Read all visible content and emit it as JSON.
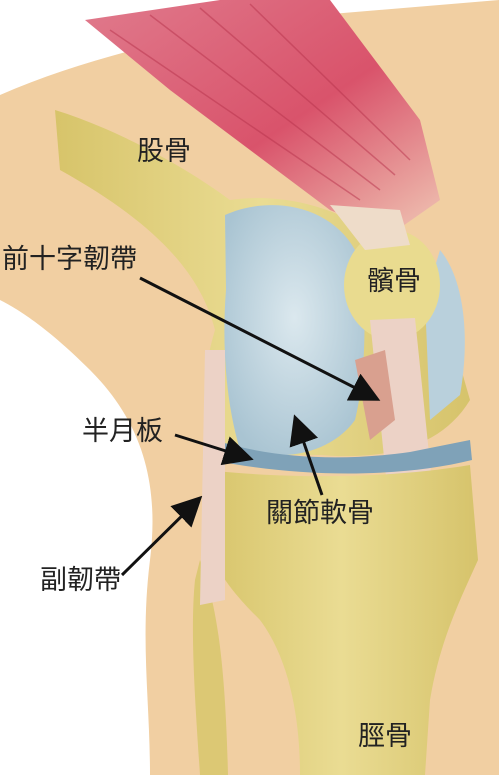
{
  "labels": {
    "femur": "股骨",
    "acl": "前十字韌帶",
    "patella": "髕骨",
    "meniscus": "半月板",
    "cartilage": "關節軟骨",
    "collateral_ligament": "副韌帶",
    "tibia": "脛骨"
  },
  "colors": {
    "skin": "#f1cfa2",
    "bone": "#e4d684",
    "cartilage": "#c8dbe4",
    "muscle": "#d9536b",
    "ligament": "#ecd2c6",
    "meniscus": "#7fa2b8",
    "arrow": "#111111"
  }
}
